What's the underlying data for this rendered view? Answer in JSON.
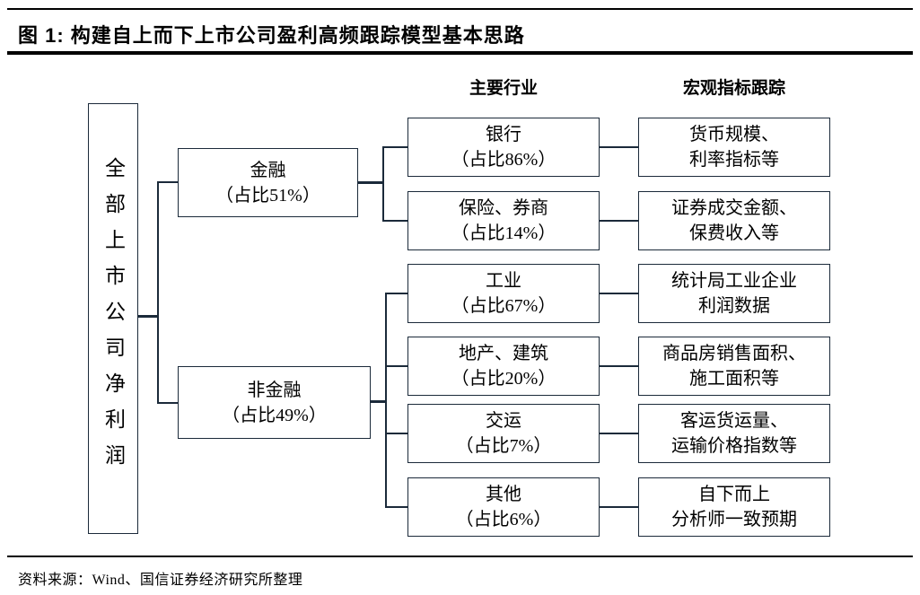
{
  "figure": {
    "title": "图 1: 构建自上而下上市公司盈利高频跟踪模型基本思路",
    "source": "资料来源：Wind、国信证券经济研究所整理"
  },
  "diagram": {
    "root": {
      "label": "全部上市公司净利润"
    },
    "headers": {
      "industry_col": "主要行业",
      "macro_col": "宏观指标跟踪"
    },
    "level2": [
      {
        "label": "金融",
        "share": "（占比51%）"
      },
      {
        "label": "非金融",
        "share": "（占比49%）"
      }
    ],
    "rows": [
      {
        "parent": "金融",
        "industry": "银行",
        "industry_share": "（占比86%）",
        "macro": [
          "货币规模、",
          "利率指标等"
        ]
      },
      {
        "parent": "金融",
        "industry": "保险、券商",
        "industry_share": "（占比14%）",
        "macro": [
          "证券成交金额、",
          "保费收入等"
        ]
      },
      {
        "parent": "非金融",
        "industry": "工业",
        "industry_share": "（占比67%）",
        "macro": [
          "统计局工业企业",
          "利润数据"
        ]
      },
      {
        "parent": "非金融",
        "industry": "地产、建筑",
        "industry_share": "（占比20%）",
        "macro": [
          "商品房销售面积、",
          "施工面积等"
        ]
      },
      {
        "parent": "非金融",
        "industry": "交运",
        "industry_share": "（占比7%）",
        "macro": [
          "客运货运量、",
          "运输价格指数等"
        ]
      },
      {
        "parent": "非金融",
        "industry": "其他",
        "industry_share": "（占比6%）",
        "macro": [
          "自下而上",
          "分析师一致预期"
        ]
      }
    ],
    "colors": {
      "line": "#1b2a3a",
      "text": "#000000",
      "background": "#ffffff"
    }
  }
}
